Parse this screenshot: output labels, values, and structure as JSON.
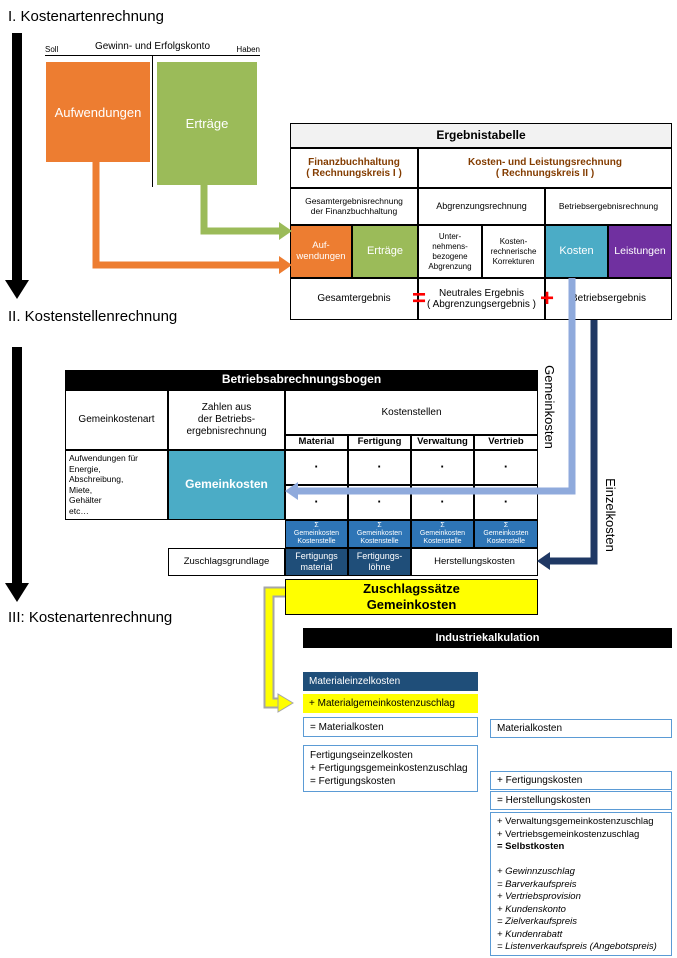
{
  "sections": {
    "one": "I. Kostenartenrechnung",
    "two": "II. Kostenstellenrechnung",
    "three": "III: Kostenartenrechnung"
  },
  "t_account": {
    "title": "Gewinn- und Erfolgskonto",
    "soll": "Soll",
    "haben": "Haben",
    "debit": "Aufwendungen",
    "credit": "Erträge"
  },
  "ergebnistabelle": {
    "title": "Ergebnistabelle",
    "fibu_header": "Finanzbuchhaltung\n( Rechnungskreis I )",
    "klr_header": "Kosten- und Leistungsrechnung\n( Rechnungskreis II )",
    "sub_fibu": "Gesamtergebnisrechnung\nder Finanzbuchhaltung",
    "sub_abgrenzung": "Abgrenzungsrechnung",
    "sub_betrieb": "Betriebsergebnisrechnung",
    "cell_aufwendungen": "Auf-\nwendungen",
    "cell_ertraege": "Erträge",
    "cell_abgrenzung": "Unter-\nnehmens-\nbezogene\nAbgrenzung",
    "cell_korrekturen": "Kosten-\nrechnerische\nKorrekturen",
    "cell_kosten": "Kosten",
    "cell_leistungen": "Leistungen",
    "gesamtergebnis": "Gesamtergebnis",
    "equals_sign": "=",
    "neutrales_ergebnis": "Neutrales Ergebnis\n( Abgrenzungsergebnis )",
    "plus_sign": "+",
    "betriebsergebnis": "Betriebsergebnis"
  },
  "bab": {
    "title": "Betriebsabrechnungsbogen",
    "col_gemeinkostenart": "Gemeinkostenart",
    "col_zahlen": "Zahlen aus\nder Betriebs-\nergebnisrechnung",
    "col_kostenstellen": "Kostenstellen",
    "cost_centers": [
      "Material",
      "Fertigung",
      "Verwaltung",
      "Vertrieb"
    ],
    "aufwand_liste": "Aufwendungen für\nEnergie,\nAbschreibung,\nMiete,\nGehälter\netc…",
    "gemeinkosten": "Gemeinkosten",
    "dot": "·",
    "sigma_cell": "Σ\nGemeinkosten\nKostenstelle",
    "zuschlagsgrundlage": "Zuschlagsgrundlage",
    "fertigungsmaterial": "Fertigungs\nmaterial",
    "fertigungsloehne": "Fertigungs-\nlöhne",
    "herstellungskosten": "Herstellungskosten",
    "zuschlagssaetze": "Zuschlagssätze\nGemeinkosten"
  },
  "flow_labels": {
    "gemeinkosten": "Gemeinkosten",
    "einzelkosten": "Einzelkosten"
  },
  "kalkulation": {
    "title": "Industriekalkulation",
    "materialeinzelkosten": "Materialeinzelkosten",
    "mgk_zuschlag": "+ Materialgemeinkostenzuschlag",
    "materialkosten_summe": "= Materialkosten",
    "materialkosten": "Materialkosten",
    "fertigung_block": [
      "Fertigungseinzelkosten",
      "+ Fertigungsgemeinkostenzuschlag",
      "= Fertigungskosten"
    ],
    "fertigungskosten_plus": "+ Fertigungskosten",
    "herstellungskosten_summe": "= Herstellungskosten",
    "selbstkosten_block": [
      "+ Verwaltungsgemeinkostenzuschlag",
      "+ Vertriebsgemeinkostenzuschlag",
      "= Selbstkosten",
      "",
      "+ Gewinnzuschlag",
      "= Barverkaufspreis",
      "+ Vertriebsprovision",
      "+ Kundenskonto",
      "= Zielverkaufspreis",
      "+ Kundenrabatt",
      "= Listenverkaufspreis (Angebotspreis)"
    ]
  },
  "colors": {
    "orange": "#ED7D31",
    "green": "#9BBB59",
    "teal": "#4BACC6",
    "purple": "#7030A0",
    "blue": "#2E75B6",
    "dark_blue": "#1F4E79",
    "navy": "#1F3864",
    "light_blue": "#8FAADC",
    "yellow": "#FFFF00",
    "red": "#FF0000",
    "maroon": "#833C00",
    "header_gray": "#F2F2F2",
    "kalk_border": "#5B9BD5"
  }
}
